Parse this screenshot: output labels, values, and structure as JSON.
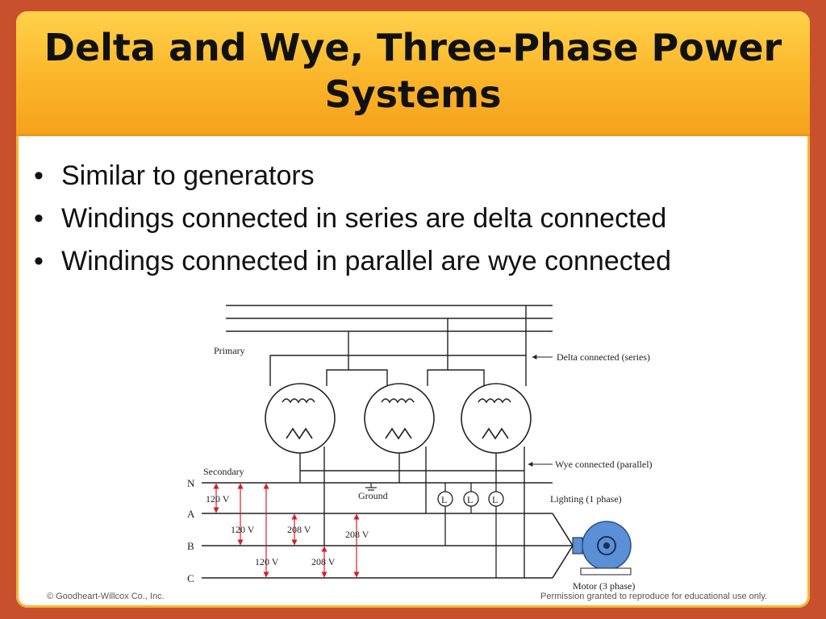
{
  "slide": {
    "title": "Delta and Wye, Three-Phase Power Systems",
    "bullets": [
      "Similar to generators",
      "Windings connected in series are delta connected",
      "Windings connected in parallel are wye connected"
    ],
    "bullet_glyph": "•",
    "footer_left": "© Goodheart-Willcox Co., Inc.",
    "footer_right": "Permission granted to reproduce for educational use only."
  },
  "diagram": {
    "primary_label": "Primary",
    "delta_label": "Delta connected (series)",
    "wye_label": "Wye connected (parallel)",
    "secondary_label": "Secondary",
    "line_labels": {
      "n": "N",
      "a": "A",
      "b": "B",
      "c": "C"
    },
    "ground_label": "Ground",
    "lamp_label": "L",
    "lighting_label": "Lighting (1 phase)",
    "motor_label": "Motor (3 phase)",
    "voltages": {
      "na": "120 V",
      "nb": "120 V",
      "nc": "120 V",
      "ab": "208 V",
      "bc": "208 V",
      "ac": "208 V"
    }
  },
  "colors": {
    "border": "#c8502c",
    "title_bar": "#fbb52a",
    "arrow": "#d0202a",
    "motor": "#5b8fd6"
  }
}
